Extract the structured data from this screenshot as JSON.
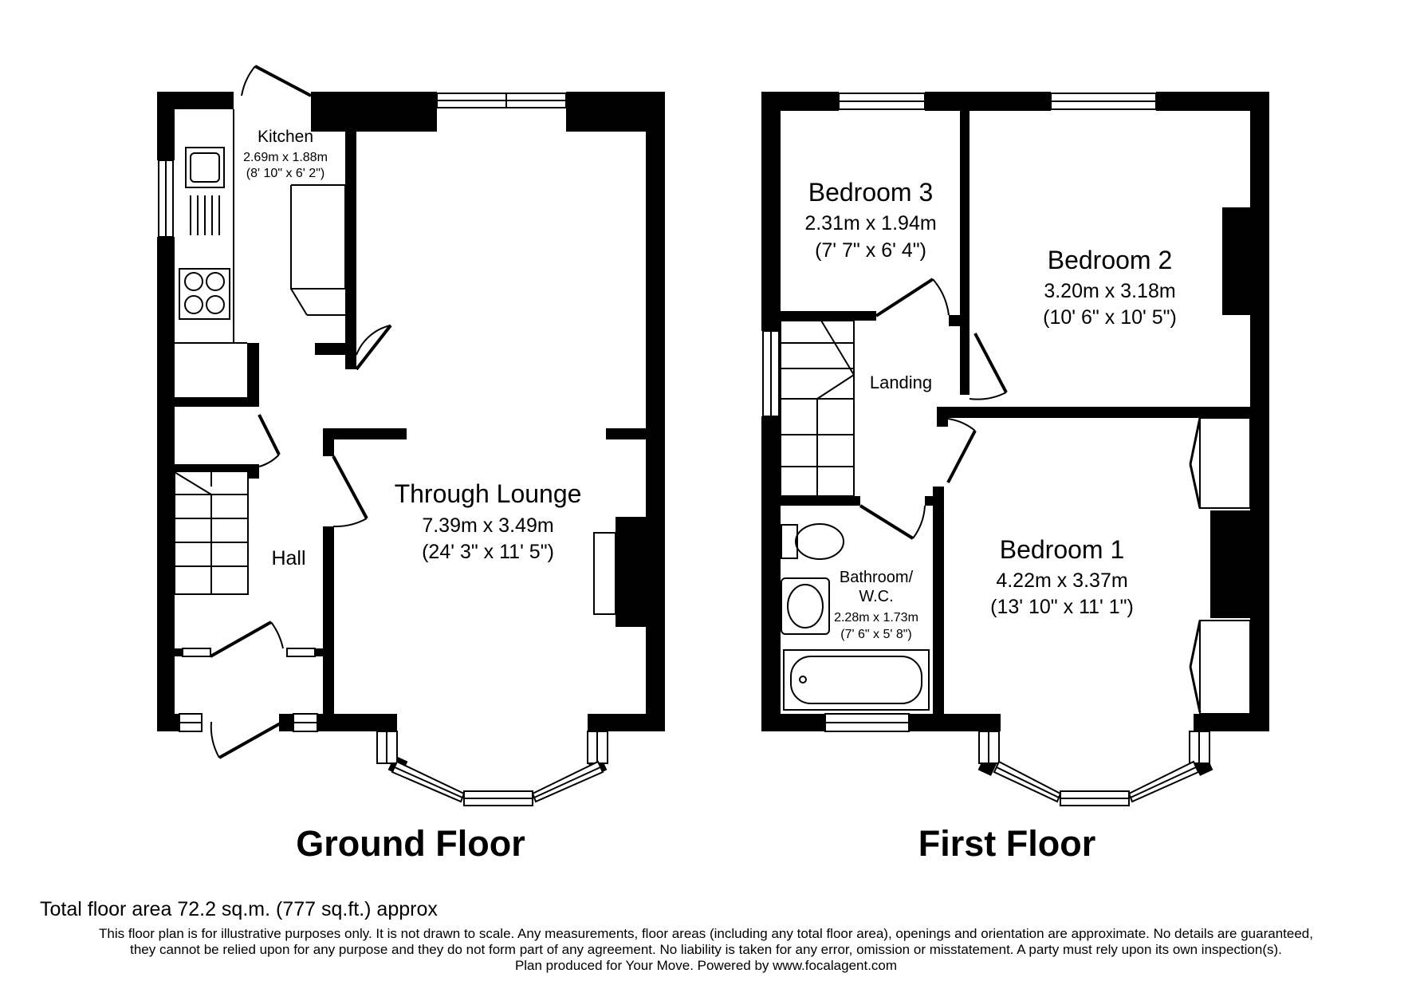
{
  "floors": {
    "ground": {
      "title": "Ground Floor",
      "rooms": {
        "kitchen": {
          "name": "Kitchen",
          "metric": "2.69m x 1.88m",
          "imperial": "(8' 10\" x 6' 2\")"
        },
        "hall": {
          "name": "Hall"
        },
        "lounge": {
          "name": "Through Lounge",
          "metric": "7.39m x 3.49m",
          "imperial": "(24' 3\" x 11' 5\")"
        }
      }
    },
    "first": {
      "title": "First Floor",
      "rooms": {
        "bedroom3": {
          "name": "Bedroom 3",
          "metric": "2.31m x 1.94m",
          "imperial": "(7' 7\" x 6' 4\")"
        },
        "bedroom2": {
          "name": "Bedroom 2",
          "metric": "3.20m x 3.18m",
          "imperial": "(10' 6\" x 10' 5\")"
        },
        "landing": {
          "name": "Landing"
        },
        "bedroom1": {
          "name": "Bedroom 1",
          "metric": "4.22m x 3.37m",
          "imperial": "(13' 10\" x 11' 1\")"
        },
        "bathroom": {
          "name_line1": "Bathroom/",
          "name_line2": "W.C.",
          "metric": "2.28m x 1.73m",
          "imperial": "(7' 6\" x 5' 8\")"
        }
      }
    }
  },
  "footer": {
    "total_area": "Total floor area 72.2 sq.m. (777 sq.ft.) approx",
    "disclaimer_line1": "This floor plan is for illustrative purposes only. It is not drawn to scale. Any measurements, floor areas (including any total floor area), openings and orientation are approximate. No details are guaranteed,",
    "disclaimer_line2": "they cannot be relied upon for any purpose and they do not form part of any agreement. No liability is taken for any error, omission or misstatement. A party must rely upon its own inspection(s).",
    "credit": "Plan produced for Your Move. Powered by www.focalagent.com"
  },
  "colors": {
    "wall": "#000000",
    "background": "#ffffff"
  }
}
